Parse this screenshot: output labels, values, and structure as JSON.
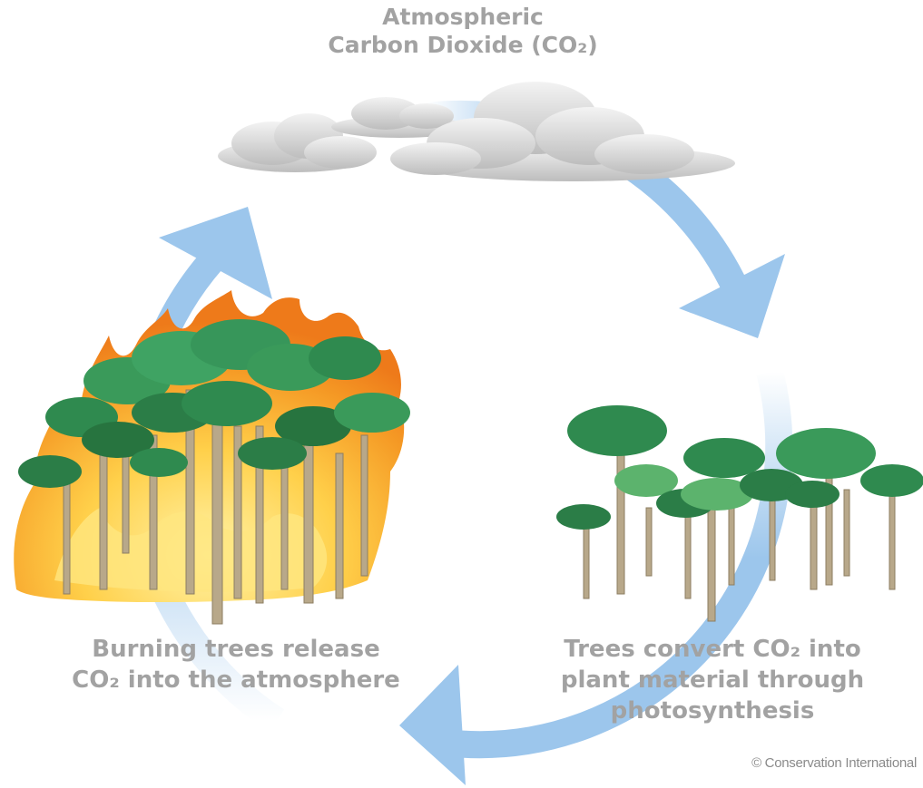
{
  "diagram": {
    "title_line1": "Atmospheric",
    "title_line2": "Carbon Dioxide (CO₂)",
    "left_label_line1": "Burning trees release",
    "left_label_line2": "CO₂ into the atmosphere",
    "right_label_line1": "Trees convert CO₂ into",
    "right_label_line2": "plant material through",
    "right_label_line3": "photosynthesis",
    "credit": "© Conservation International"
  },
  "colors": {
    "arrow": "#9cc6ec",
    "label_text": "#a2a2a2",
    "cloud": "#dcdcdc",
    "foliage": "#2e8b4e",
    "trunk": "#b8a88a",
    "flame": "#f4a31e"
  },
  "icons": [
    "cloud-icon",
    "cycle-arrow-icon",
    "burning-forest-icon",
    "forest-icon"
  ]
}
